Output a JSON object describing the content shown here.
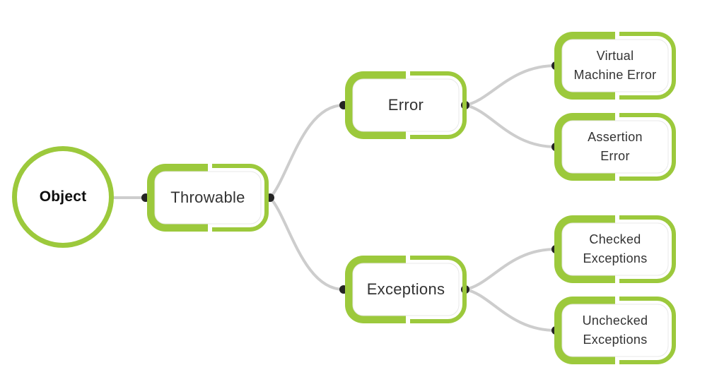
{
  "colors": {
    "accent": "#9cc93c",
    "connector": "#cdcdcd",
    "dot": "#242424",
    "node_text": "#333333",
    "root_text": "#0e0e0e",
    "node_fill": "#ffffff",
    "inner_edge": "#e8e8e8",
    "background": "#ffffff"
  },
  "nodes": {
    "object": {
      "label": "Object"
    },
    "throwable": {
      "label": "Throwable"
    },
    "error": {
      "label": "Error"
    },
    "exceptions": {
      "label": "Exceptions"
    },
    "virtual_machine_error": {
      "line1": "Virtual",
      "line2": "Machine Error"
    },
    "assertion_error": {
      "line1": "Assertion",
      "line2": "Error"
    },
    "checked_exceptions": {
      "line1": "Checked",
      "line2": "Exceptions"
    },
    "unchecked_exceptions": {
      "line1": "Unchecked",
      "line2": "Exceptions"
    }
  },
  "edges": [
    {
      "from": "Object",
      "to": "Throwable"
    },
    {
      "from": "Throwable",
      "to": "Error"
    },
    {
      "from": "Throwable",
      "to": "Exceptions"
    },
    {
      "from": "Error",
      "to": "Virtual Machine Error"
    },
    {
      "from": "Error",
      "to": "Assertion Error"
    },
    {
      "from": "Exceptions",
      "to": "Checked Exceptions"
    },
    {
      "from": "Exceptions",
      "to": "Unchecked Exceptions"
    }
  ]
}
